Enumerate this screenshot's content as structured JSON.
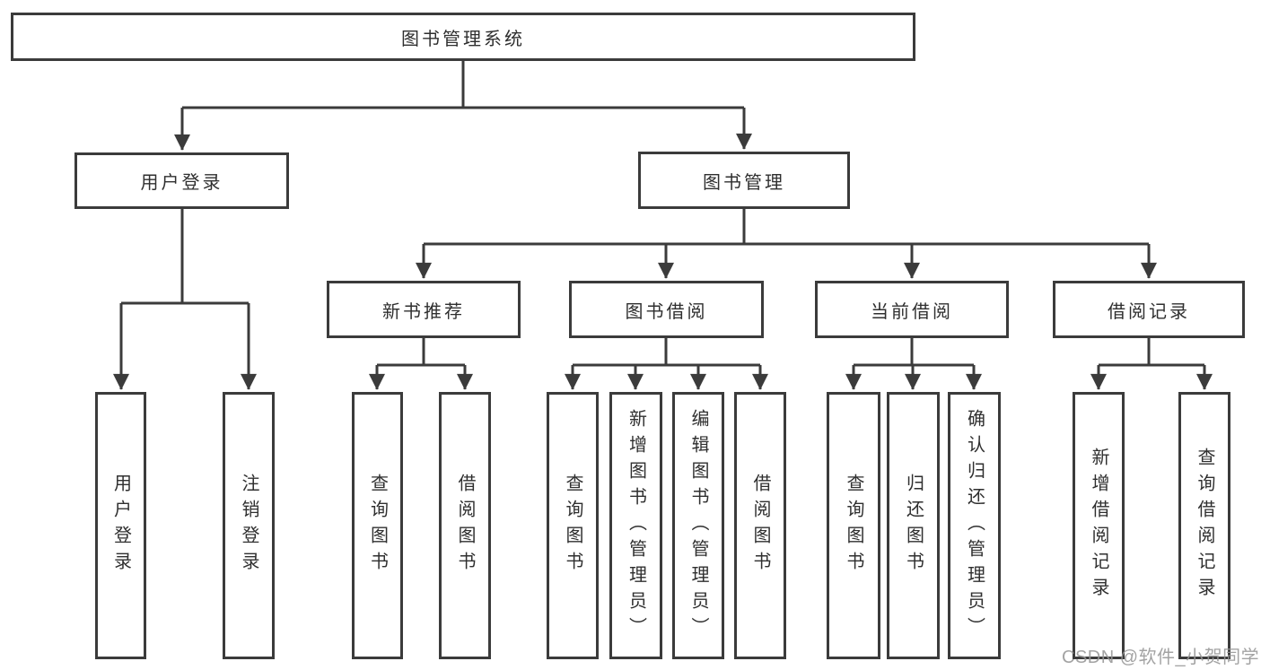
{
  "tree": {
    "label": "图书管理系统",
    "children": [
      {
        "label": "用户登录",
        "children": [
          {
            "label": "用户登录"
          },
          {
            "label": "注销登录"
          }
        ]
      },
      {
        "label": "图书管理",
        "children": [
          {
            "label": "新书推荐",
            "children": [
              {
                "label": "查询图书"
              },
              {
                "label": "借阅图书"
              }
            ]
          },
          {
            "label": "图书借阅",
            "children": [
              {
                "label": "查询图书"
              },
              {
                "label": "新增图书（管理员）"
              },
              {
                "label": "编辑图书（管理员）"
              },
              {
                "label": "借阅图书"
              }
            ]
          },
          {
            "label": "当前借阅",
            "children": [
              {
                "label": "查询图书"
              },
              {
                "label": "归还图书"
              },
              {
                "label": "确认归还（管理员）"
              }
            ]
          },
          {
            "label": "借阅记录",
            "children": [
              {
                "label": "新增借阅记录"
              },
              {
                "label": "查询借阅记录"
              }
            ]
          }
        ]
      }
    ]
  },
  "watermark": {
    "text": "CSDN @软件_小贺同学"
  },
  "colors": {
    "line": "#3b3b3b",
    "text": "#2f2f2f",
    "background": "#ffffff",
    "watermark": "#969696"
  }
}
